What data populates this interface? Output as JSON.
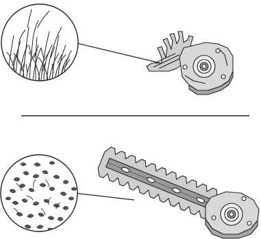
{
  "figure": {
    "panels": [
      {
        "id": "grass-shear-blade",
        "inset_subject": "grass"
      },
      {
        "id": "hedge-trimmer-blade",
        "inset_subject": "leaves"
      }
    ],
    "colors": {
      "ink": "#222222",
      "blade_fill": "#cfcfcf",
      "blade_dark": "#8a8a8a",
      "hub_fill": "#e6e6e6",
      "background": "#ffffff"
    }
  }
}
